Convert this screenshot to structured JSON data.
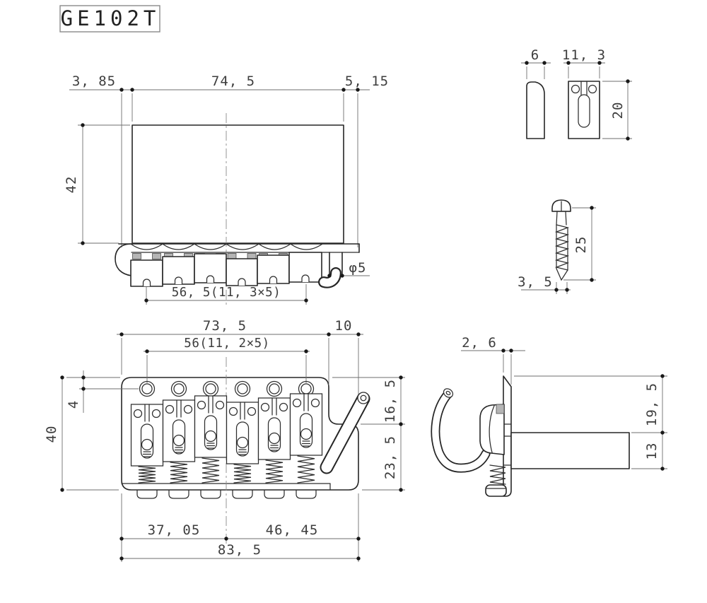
{
  "title": "GE102T",
  "dims": {
    "front": {
      "left_offset": "3, 85",
      "width": "74, 5",
      "right_offset": "5, 15",
      "height": "42",
      "saddle_pitch": "56, 5(11, 3×5)",
      "arm_hole_dia": "φ5"
    },
    "saddle": {
      "thickness": "6",
      "width": "11, 3",
      "height": "20"
    },
    "screw": {
      "length": "25",
      "dia": "3, 5"
    },
    "top": {
      "mount_span": "73, 5",
      "arm_offset": "10",
      "string_pitch": "56(11, 2×5)",
      "hole_inset": "4",
      "depth": "40",
      "upper_depth": "16, 5",
      "lower_depth": "23, 5",
      "front_span": "37, 05",
      "rear_span": "46, 45",
      "total_span": "83, 5"
    },
    "side": {
      "plate_thickness": "2, 6",
      "plate_height": "19, 5",
      "block_height": "13"
    }
  }
}
